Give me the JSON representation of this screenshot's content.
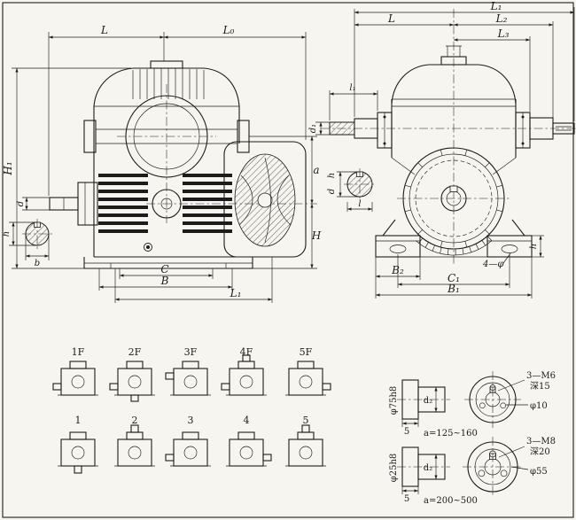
{
  "drawing": {
    "ink": "#1c1c1c",
    "paper": "#f7f5f0"
  },
  "left_view": {
    "L": "L",
    "L0": "L₀",
    "H1": "H₁",
    "d": "d",
    "h": "h",
    "b": "b",
    "C": "C",
    "B": "B",
    "L1": "L₁",
    "a": "a",
    "H": "H"
  },
  "right_view": {
    "L": "L",
    "L1": "L₁",
    "L2": "L₂",
    "L3": "L₃",
    "l1": "l₁",
    "d1": "d₁",
    "h": "h",
    "d": "d",
    "l": "l",
    "B2": "B₂",
    "C1": "C₁",
    "B1": "B₁",
    "four_phi": "4—φ",
    "h_foot": "h"
  },
  "variants": {
    "row1": [
      "1F",
      "2F",
      "3F",
      "4F",
      "5F"
    ],
    "row2": [
      "1",
      "2",
      "3",
      "4",
      "5"
    ]
  },
  "shaft_details": [
    {
      "dia": "φ75h8",
      "d2": "d₂",
      "step": "5",
      "tap": "3—M6",
      "depth": "深15",
      "bore": "φ10",
      "range": "a=125~160"
    },
    {
      "dia": "φ25h8",
      "d2": "d₂",
      "step": "5",
      "tap": "3—M8",
      "depth": "深20",
      "bore": "φ55",
      "range": "a=200~500"
    }
  ]
}
